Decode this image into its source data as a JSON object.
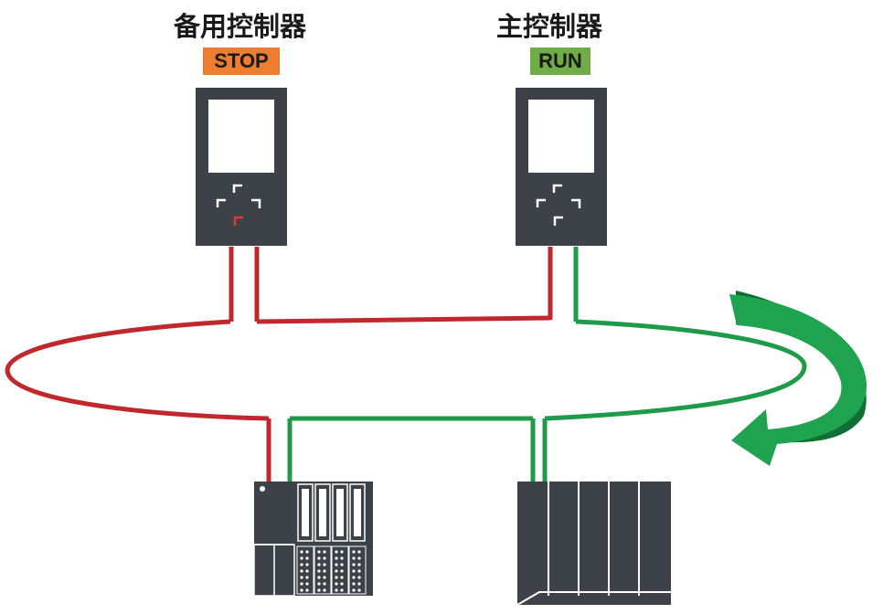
{
  "backup_controller": {
    "title": "备用控制器",
    "status": "STOP",
    "status_color": "#ed7d31"
  },
  "primary_controller": {
    "title": "主控制器",
    "status": "RUN",
    "status_color": "#70ad47"
  },
  "colors": {
    "device_body": "#3d4249",
    "red_link": "#c0282d",
    "green_link": "#1e9a48",
    "arrow_light": "#1fa34f",
    "arrow_dark": "#0f6f35"
  }
}
